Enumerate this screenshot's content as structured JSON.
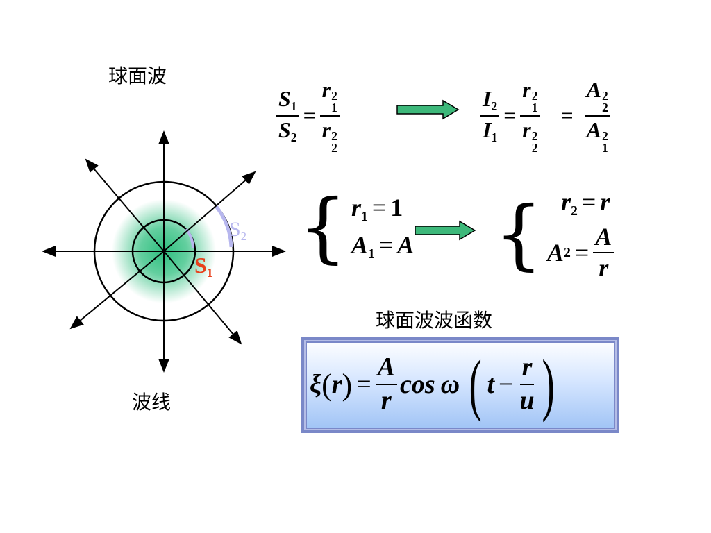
{
  "labels": {
    "spherical_wave": "球面波",
    "wave_line": "波线",
    "wave_function": "球面波波函数"
  },
  "diagram": {
    "s1": "S",
    "s1_sub": "1",
    "s2": "S",
    "s2_sub": "2",
    "colors": {
      "s1": "#e8401c",
      "s2": "#b7b7ee",
      "arrow": "#3db87a",
      "gradient": "#2fbf7f"
    }
  },
  "eq1": {
    "lhs_num": "S",
    "lhs_num_sub": "1",
    "lhs_den": "S",
    "lhs_den_sub": "2",
    "eq": "=",
    "rhs_num": "r",
    "rhs_num_sup": "2",
    "rhs_num_sub": "1",
    "rhs_den": "r",
    "rhs_den_sup": "2",
    "rhs_den_sub": "2"
  },
  "eq2": {
    "a_num": "I",
    "a_num_sub": "2",
    "a_den": "I",
    "a_den_sub": "1",
    "eq1": "=",
    "b_num": "r",
    "b_num_sup": "2",
    "b_num_sub": "1",
    "b_den": "r",
    "b_den_sup": "2",
    "b_den_sub": "2",
    "eq2": "=",
    "c_num": "A",
    "c_num_sup": "2",
    "c_num_sub": "2",
    "c_den": "A",
    "c_den_sup": "2",
    "c_den_sub": "1"
  },
  "sys1": {
    "brace": "{",
    "l1_var": "r",
    "l1_sub": "1",
    "l1_eq": "=",
    "l1_val": "1",
    "l2_var": "A",
    "l2_sub": "1",
    "l2_eq": "=",
    "l2_val": "A"
  },
  "sys2": {
    "brace": "{",
    "l1_var": "r",
    "l1_sub": "2",
    "l1_eq": "=",
    "l1_val": "r",
    "l2_var": "A",
    "l2_sub": "2",
    "l2_eq": "=",
    "l2_num": "A",
    "l2_den": "r"
  },
  "wavefn": {
    "xi": "ξ",
    "lp": "(",
    "r": "r",
    "rp": ")",
    "eq": "=",
    "num": "A",
    "den": "r",
    "cos": "cos",
    "omega": "ω",
    "big_lp": "(",
    "t": "t",
    "minus": "−",
    "inner_num": "r",
    "inner_den": "u",
    "big_rp": ")"
  }
}
